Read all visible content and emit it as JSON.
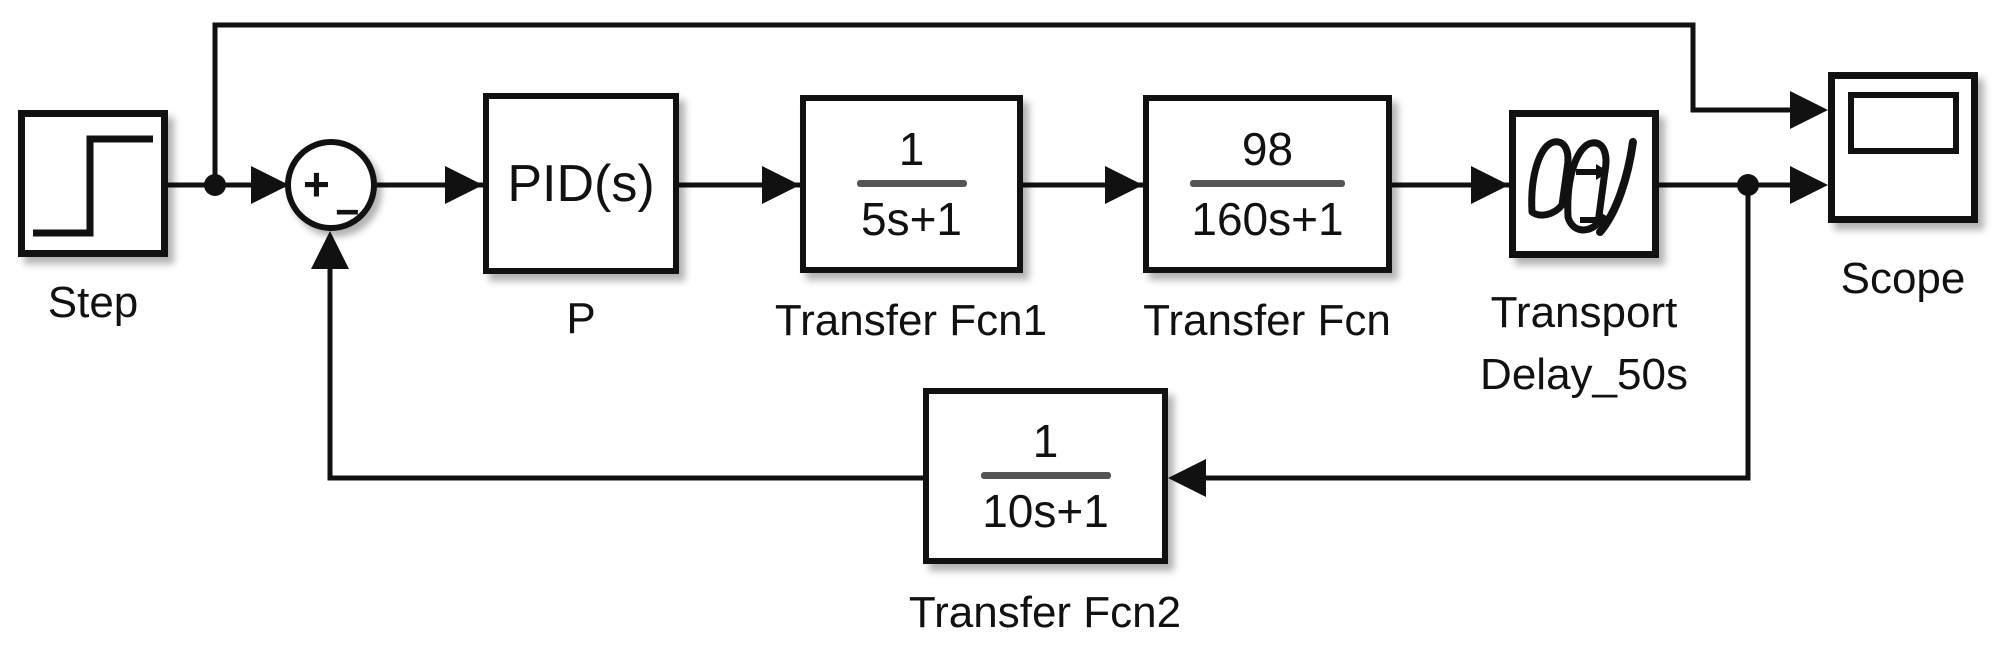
{
  "diagram": {
    "kind": "simulink-block-diagram",
    "colors": {
      "ink": "#111111",
      "background": "#ffffff",
      "fraction_bar": "#555555"
    },
    "blocks": {
      "step": {
        "label": "Step"
      },
      "sum": {
        "plus_sign": "+",
        "minus_sign": "−"
      },
      "pid": {
        "display": "PID(s)",
        "label": "P"
      },
      "transfer_fcn1": {
        "numerator": "1",
        "denominator": "5s+1",
        "label": "Transfer Fcn1"
      },
      "transfer_fcn": {
        "numerator": "98",
        "denominator": "160s+1",
        "label": "Transfer Fcn"
      },
      "transport_delay": {
        "label_line1": "Transport",
        "label_line2": "Delay_50s"
      },
      "scope": {
        "label": "Scope"
      },
      "transfer_fcn2": {
        "numerator": "1",
        "denominator": "10s+1",
        "label": "Transfer Fcn2"
      }
    }
  }
}
